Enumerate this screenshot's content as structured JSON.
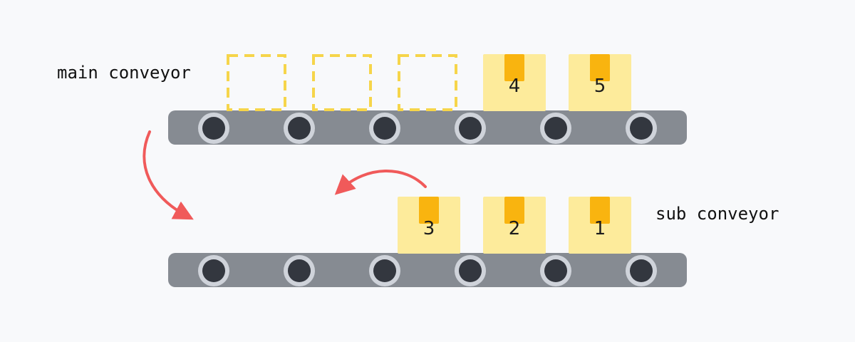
{
  "labels": {
    "main": "main conveyor",
    "sub": "sub conveyor"
  },
  "main_conveyor": {
    "rollers": 6,
    "slots": [
      {
        "state": "empty"
      },
      {
        "state": "empty"
      },
      {
        "state": "empty"
      },
      {
        "state": "box",
        "number": "4"
      },
      {
        "state": "box",
        "number": "5"
      }
    ]
  },
  "sub_conveyor": {
    "rollers": 6,
    "slots": [
      {
        "state": "none"
      },
      {
        "state": "none"
      },
      {
        "state": "box",
        "number": "3"
      },
      {
        "state": "box",
        "number": "2"
      },
      {
        "state": "box",
        "number": "1"
      }
    ]
  },
  "colors": {
    "background": "#f8f9fb",
    "belt": "#868b92",
    "roller_ring": "#cfd3da",
    "roller_core": "#33373f",
    "box_fill": "#fdeb9b",
    "box_tape": "#f9b40f",
    "empty_outline": "#f6d54a",
    "arrow": "#f05a5a",
    "text": "#111111"
  }
}
